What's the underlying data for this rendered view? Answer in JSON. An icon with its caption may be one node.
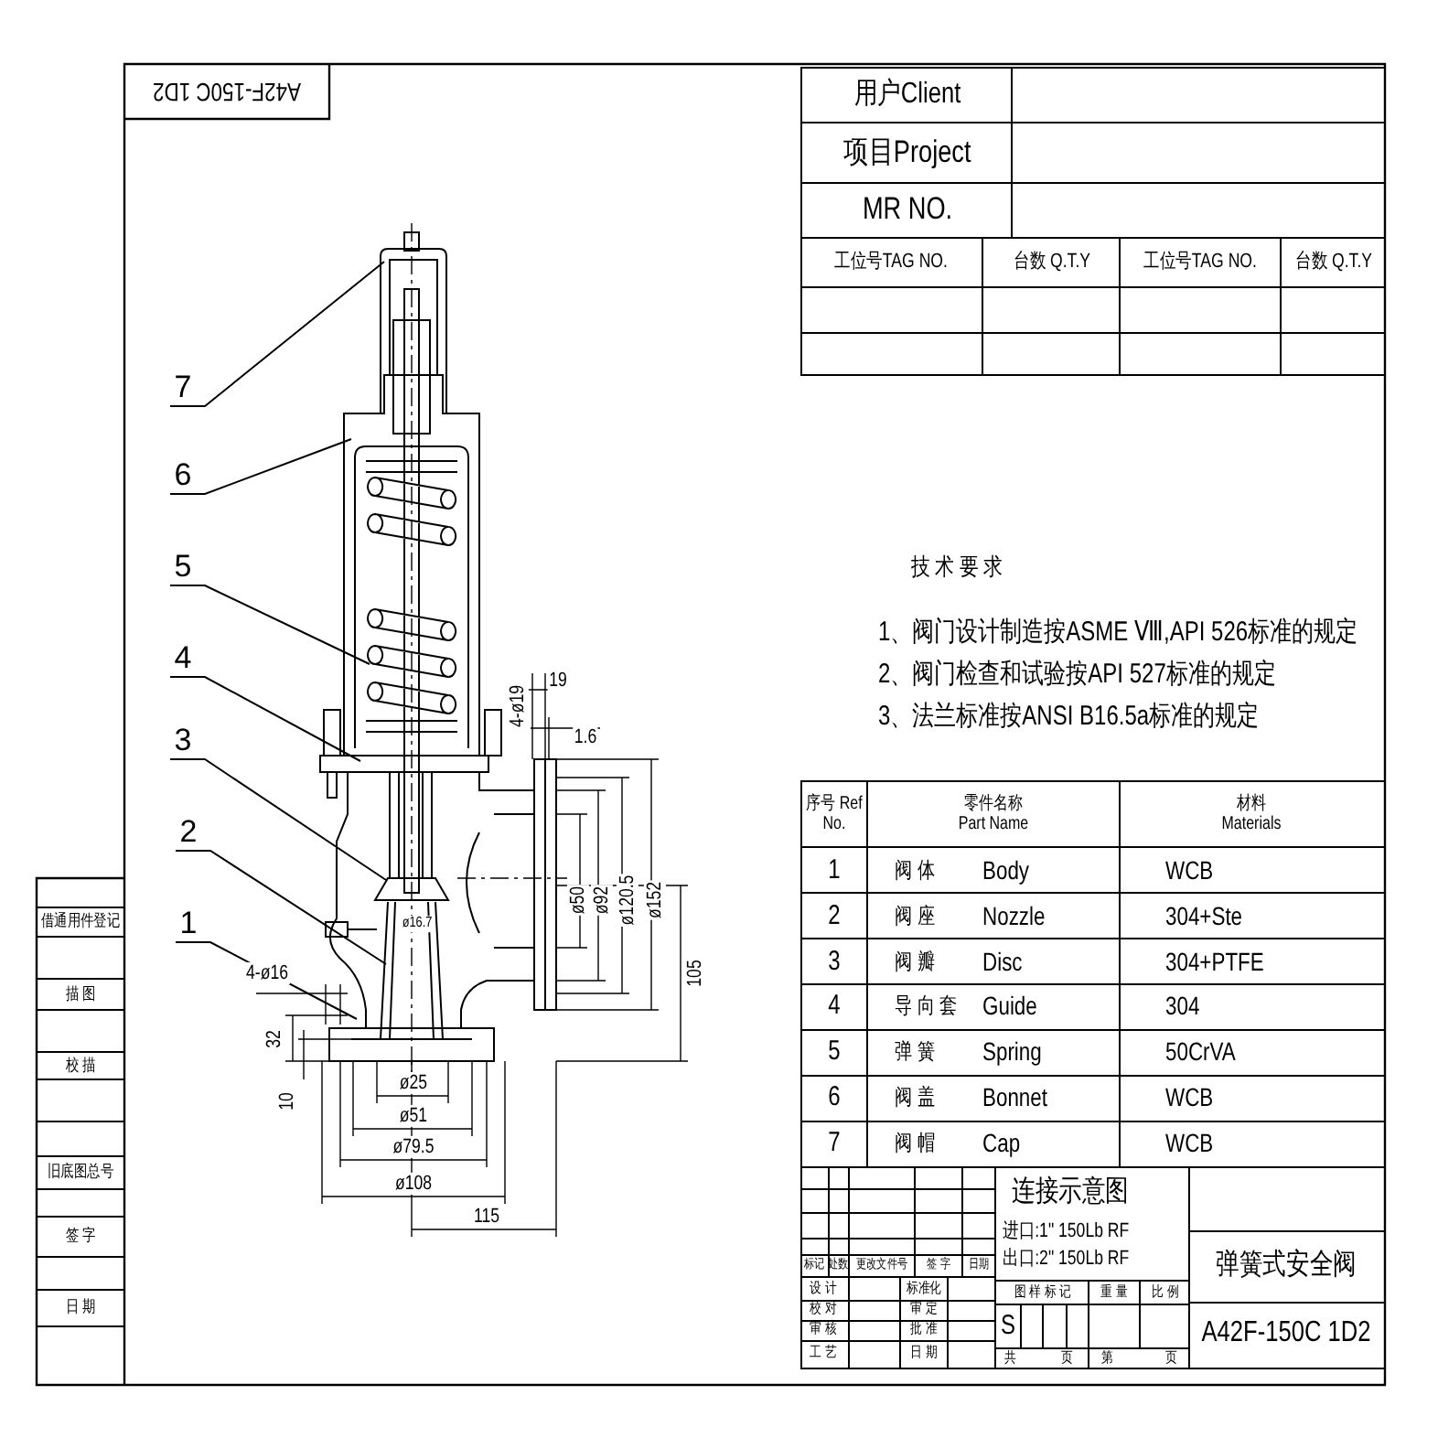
{
  "diagram": {
    "nodes": [
      {
        "text": [
          "7"
        ]
      },
      {
        "text": [
          "6"
        ]
      },
      {
        "text": [
          "5"
        ]
      },
      {
        "text": [
          "4"
        ]
      },
      {
        "text": [
          "3"
        ]
      },
      {
        "text": [
          "2"
        ]
      },
      {
        "text": [
          "1"
        ]
      }
    ],
    "edges": [
      {
        "from": 0,
        "to": null,
        "arrow": "none"
      },
      {
        "from": 1,
        "to": null,
        "arrow": "none"
      },
      {
        "from": 2,
        "to": null,
        "arrow": "none"
      },
      {
        "from": 3,
        "to": null,
        "arrow": "none"
      },
      {
        "from": 4,
        "to": null,
        "arrow": "none"
      },
      {
        "from": 5,
        "to": null,
        "arrow": "none"
      },
      {
        "from": 6,
        "to": null,
        "arrow": "none"
      }
    ],
    "labels": [
      "A42F-150C 1D2",
      "用户Client",
      "项目Project",
      "MR NO.",
      "工位号TAG NO.",
      "台数 Q.T.Y",
      "工位号TAG NO.",
      "台数 Q.T.Y",
      "技 术 要 求",
      "1、阀门设计制造按ASME Ⅷ,API 526标准的规定",
      "2、阀门检查和试验按API 527标准的规定",
      "3、法兰标准按ANSI B16.5a标准的规定",
      "4-ø19",
      "19",
      "1.6",
      "ø50",
      "ø92",
      "ø120.5",
      "ø152",
      "ø16.7",
      "105",
      "4-ø16",
      "32",
      "10",
      "ø25",
      "ø51",
      "ø79.5",
      "ø108",
      "115",
      "序号 Ref No.",
      "零件名称 Part Name",
      "材料 Materials",
      "1",
      "阀 体",
      "Body",
      "WCB",
      "2",
      "阀 座",
      "Nozzle",
      "304+Ste",
      "3",
      "阀 瓣",
      "Disc",
      "304+PTFE",
      "4",
      "导 向 套",
      "Guide",
      "304",
      "5",
      "弹 簧",
      "Spring",
      "50CrVA",
      "6",
      "阀 盖",
      "Bonnet",
      "WCB",
      "7",
      "阀 帽",
      "Cap",
      "WCB",
      "借通用件登记",
      "描 图",
      "校 描",
      "旧底图总号",
      "签 字",
      "日 期",
      "连接示意图",
      "进口:1\" 150Lb RF",
      "出口:2\" 150Lb RF",
      "标记",
      "处数",
      "更改文件号",
      "签 字",
      "日期",
      "弹簧式安全阀",
      "设 计",
      "标准化",
      "图 样 标 记",
      "重 量",
      "比 例",
      "校 对",
      "审 定",
      "S",
      "审 核",
      "批 准",
      "A42F-150C 1D2",
      "工 艺",
      "日 期",
      "共",
      "页",
      "第",
      "页"
    ]
  }
}
